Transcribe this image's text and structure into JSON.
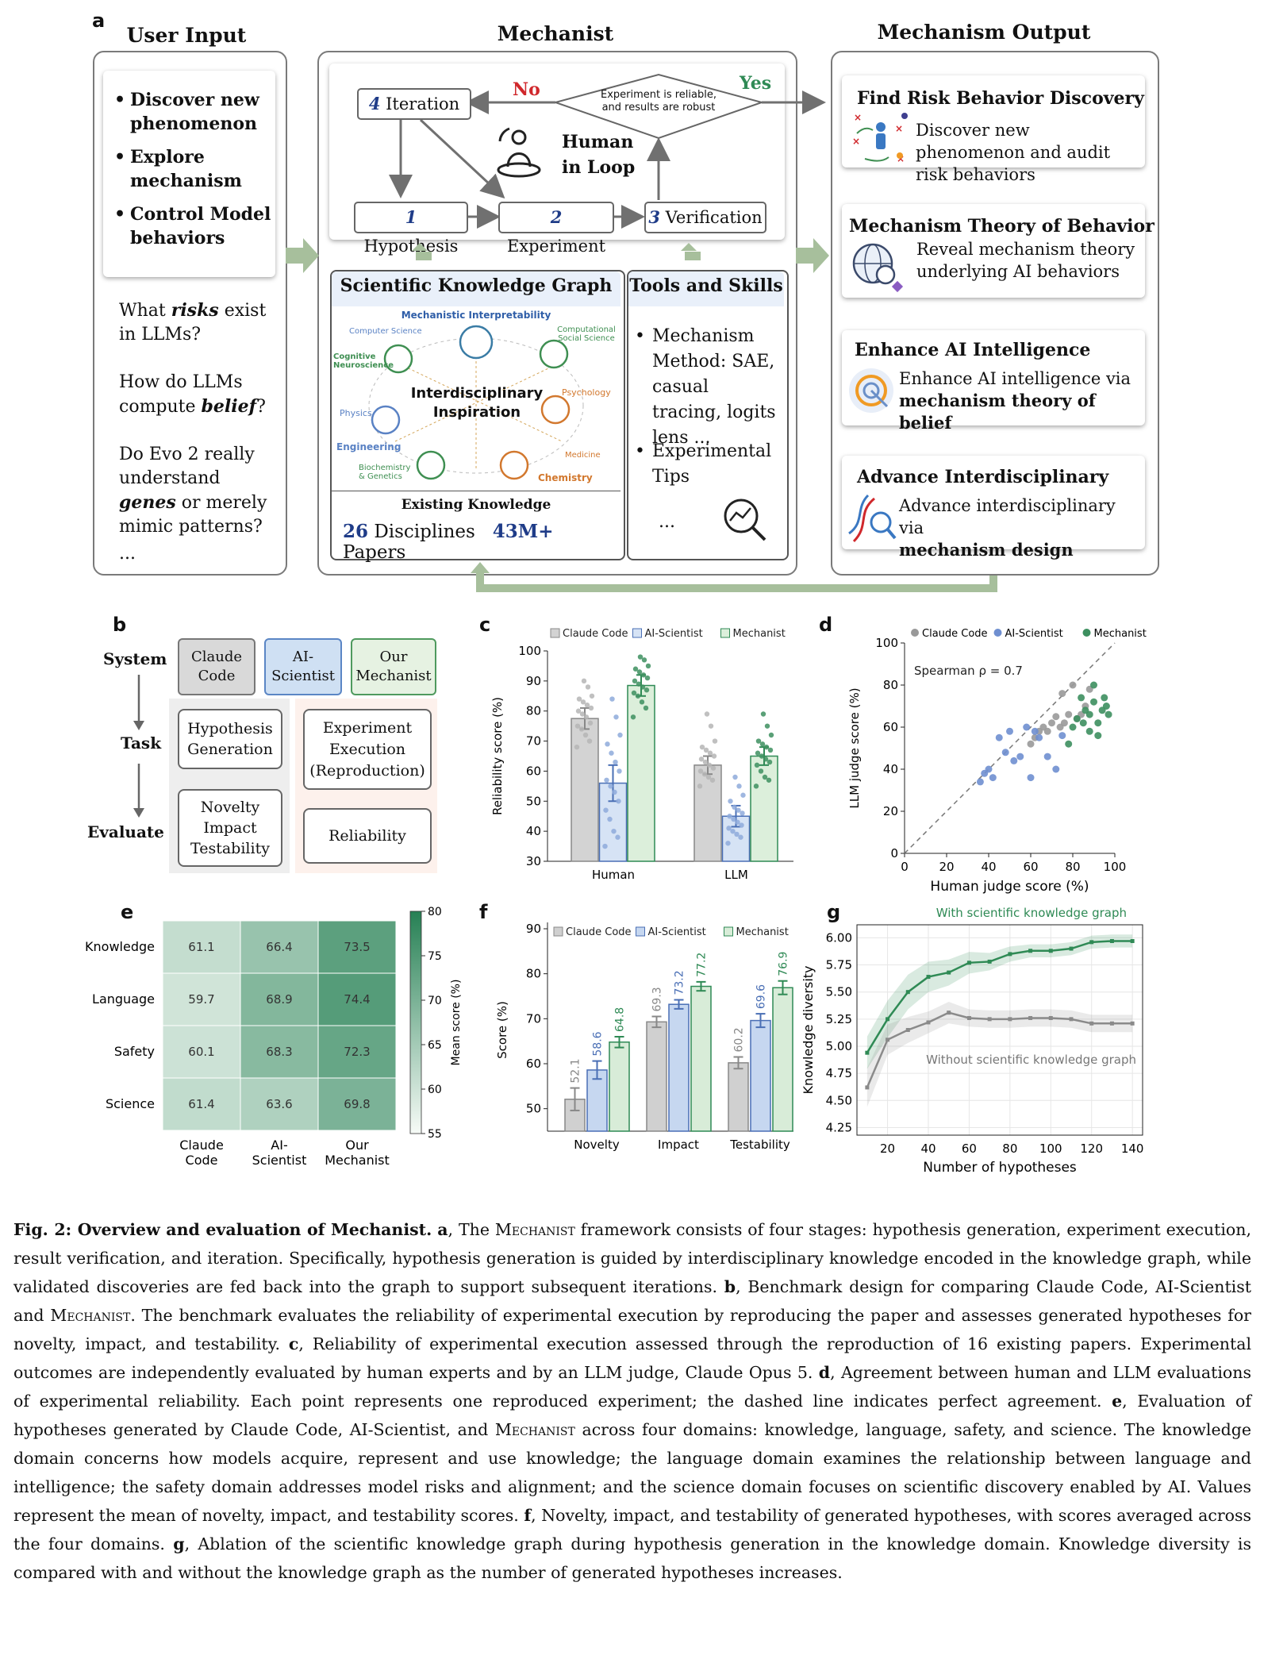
{
  "panel_a": {
    "letter": "a",
    "user_input": {
      "title": "User Input",
      "bullets": [
        "Discover new phenomenon",
        "Explore mechanism",
        "Control Model behaviors"
      ],
      "questions": [
        {
          "pre": "What ",
          "bold": "risks",
          "post": " exist in LLMs?"
        },
        {
          "pre": "How do LLMs compute ",
          "bold": "belief",
          "post": "?"
        },
        {
          "pre": "Do Evo 2 really understand ",
          "bold": "genes",
          "post": " or merely mimic patterns?"
        }
      ],
      "ellipsis": "..."
    },
    "mechanist": {
      "title": "Mechanist",
      "iteration": {
        "num": "4",
        "label": "Iteration"
      },
      "hypothesis": {
        "num": "1",
        "label": "Hypothesis"
      },
      "experiment": {
        "num": "2",
        "label": "Experiment"
      },
      "verification": {
        "num": "3",
        "label": "Verification"
      },
      "decision": "Experiment is reliable, and results are robust",
      "no": "No",
      "yes": "Yes",
      "human_loop": "Human in Loop",
      "kg": {
        "title": "Scientific Knowledge Graph",
        "top": "Mechanistic Interpretability",
        "center": "Interdisciplinary Inspiration",
        "nodes": [
          "Computer Science",
          "Computational Social Science",
          "Cognitive Neuroscience",
          "Psychology",
          "Physics",
          "Engineering",
          "Biochemistry & Genetics",
          "Medicine",
          "Chemistry"
        ],
        "existing": "Existing Knowledge",
        "disciplines_num": "26",
        "disciplines_label": "Disciplines",
        "papers_num": "43M+",
        "papers_label": "Papers"
      },
      "tools": {
        "title": "Tools and Skills",
        "items": [
          "Mechanism Method: SAE, casual tracing, logits lens ...",
          "Experimental Tips"
        ],
        "ellipsis": "..."
      }
    },
    "output": {
      "title": "Mechanism Output",
      "cards": [
        {
          "title": "Find Risk Behavior Discovery",
          "text": "Discover new phenomenon and audit risk behaviors",
          "bold": ""
        },
        {
          "title": "Mechanism Theory of Behavior",
          "text": "Reveal mechanism theory underlying AI behaviors",
          "bold": ""
        },
        {
          "title": "Enhance AI Intelligence",
          "text": "Enhance AI intelligence via",
          "bold": "mechanism theory of belief"
        },
        {
          "title": "Advance Interdisciplinary",
          "text": "Advance interdisciplinary via",
          "bold": "mechanism design"
        }
      ]
    }
  },
  "panel_b": {
    "letter": "b",
    "rows": [
      "System",
      "Task",
      "Evaluate"
    ],
    "systems": [
      "Claude Code",
      "AI-Scientist",
      "Our Mechanist"
    ],
    "tasks": [
      "Hypothesis Generation",
      "Experiment Execution (Reproduction)"
    ],
    "evals": [
      "Novelty Impact Testability",
      "Reliability"
    ],
    "colors": {
      "claude": "#d9d9d9",
      "ai": "#cfe0f3",
      "mech": "#e6f2e2",
      "left_bg": "#eeeeee",
      "right_bg": "#fdf1ec"
    }
  },
  "chart_data": [
    {
      "panel": "c",
      "type": "bar",
      "ylabel": "Reliability score (%)",
      "ylim": [
        30,
        100
      ],
      "yticks": [
        30,
        40,
        50,
        60,
        70,
        80,
        90,
        100
      ],
      "categories": [
        "Human",
        "LLM"
      ],
      "series": [
        {
          "name": "Claude Code",
          "values": [
            77.5,
            62.0
          ],
          "err": [
            3.5,
            3.0
          ],
          "color": "#b5b5b5",
          "points": [
            [
              68,
              70,
              72,
              74,
              75,
              76,
              78,
              79,
              80,
              81,
              82,
              83,
              84,
              85,
              88,
              90
            ],
            [
              55,
              57,
              58,
              59,
              60,
              61,
              62,
              63,
              64,
              65,
              66,
              67,
              68,
              70,
              75,
              79
            ]
          ]
        },
        {
          "name": "AI-Scientist",
          "values": [
            56.0,
            45.0
          ],
          "err": [
            6.0,
            3.5
          ],
          "color": "#8eaadb",
          "points": [
            [
              35,
              38,
              40,
              44,
              47,
              50,
              53,
              55,
              57,
              60,
              63,
              66,
              69,
              72,
              78,
              84
            ],
            [
              36,
              38,
              39,
              40,
              41,
              42,
              43,
              44,
              45,
              46,
              47,
              48,
              50,
              52,
              55,
              58
            ]
          ]
        },
        {
          "name": "Mechanist",
          "values": [
            88.5,
            65.0
          ],
          "err": [
            3.5,
            3.0
          ],
          "color": "#3d8f5f",
          "points": [
            [
              78,
              81,
              83,
              85,
              86,
              87,
              88,
              89,
              90,
              91,
              92,
              93,
              94,
              95,
              97,
              98
            ],
            [
              55,
              57,
              58,
              60,
              62,
              63,
              64,
              65,
              66,
              67,
              68,
              69,
              70,
              72,
              75,
              79
            ]
          ]
        }
      ]
    },
    {
      "panel": "d",
      "type": "scatter",
      "xlabel": "Human judge score (%)",
      "ylabel": "LLM judge score (%)",
      "xlim": [
        0,
        100
      ],
      "ylim": [
        0,
        100
      ],
      "xticks": [
        0,
        20,
        40,
        60,
        80,
        100
      ],
      "yticks": [
        0,
        20,
        40,
        60,
        80,
        100
      ],
      "annotation": "Spearman ρ = 0.7",
      "series": [
        {
          "name": "Claude Code",
          "color": "#999999",
          "x": [
            60,
            62,
            64,
            66,
            68,
            70,
            72,
            74,
            75,
            76,
            78,
            80,
            82,
            84,
            86,
            88
          ],
          "y": [
            52,
            55,
            58,
            60,
            58,
            62,
            65,
            60,
            76,
            62,
            66,
            80,
            64,
            66,
            70,
            78
          ]
        },
        {
          "name": "AI-Scientist",
          "color": "#6f8fd0",
          "x": [
            36,
            38,
            40,
            42,
            45,
            48,
            50,
            52,
            55,
            58,
            60,
            62,
            64,
            68,
            72,
            75
          ],
          "y": [
            34,
            38,
            40,
            36,
            55,
            48,
            58,
            44,
            46,
            60,
            36,
            58,
            55,
            46,
            40,
            56
          ]
        },
        {
          "name": "Mechanist",
          "color": "#3d8f5f",
          "x": [
            78,
            80,
            82,
            84,
            85,
            86,
            88,
            88,
            90,
            90,
            92,
            92,
            94,
            95,
            96,
            97
          ],
          "y": [
            52,
            60,
            64,
            74,
            62,
            68,
            58,
            66,
            72,
            80,
            62,
            56,
            68,
            74,
            70,
            66
          ]
        }
      ]
    },
    {
      "panel": "e",
      "type": "heatmap",
      "rows": [
        "Knowledge",
        "Language",
        "Safety",
        "Science"
      ],
      "columns": [
        "Claude Code",
        "AI-Scientist",
        "Our Mechanist"
      ],
      "values": [
        [
          61.1,
          66.4,
          73.5
        ],
        [
          59.7,
          68.9,
          74.4
        ],
        [
          60.1,
          68.3,
          72.3
        ],
        [
          61.4,
          63.6,
          69.8
        ]
      ],
      "colorbar_label": "Mean score (%)",
      "colorbar_range": [
        55,
        80
      ],
      "colorbar_ticks": [
        55,
        60,
        65,
        70,
        75,
        80
      ]
    },
    {
      "panel": "f",
      "type": "bar",
      "ylabel": "Score (%)",
      "ylim": [
        45,
        90
      ],
      "yticks": [
        50,
        60,
        70,
        80,
        90
      ],
      "categories": [
        "Novelty",
        "Impact",
        "Testability"
      ],
      "series": [
        {
          "name": "Claude Code",
          "values": [
            52.1,
            69.3,
            60.2
          ],
          "labels": [
            "52.1",
            "69.3",
            "60.2"
          ],
          "err": [
            2.5,
            1.2,
            1.3
          ],
          "color": "#d0d0d0",
          "edge": "#888888"
        },
        {
          "name": "AI-Scientist",
          "values": [
            58.6,
            73.2,
            69.6
          ],
          "labels": [
            "58.6",
            "73.2",
            "69.6"
          ],
          "err": [
            2.0,
            1.0,
            1.5
          ],
          "color": "#c6d7f0",
          "edge": "#4a6fb5"
        },
        {
          "name": "Mechanist",
          "values": [
            64.8,
            77.2,
            76.9
          ],
          "labels": [
            "64.8",
            "77.2",
            "76.9"
          ],
          "err": [
            1.2,
            1.0,
            1.5
          ],
          "color": "#d8ecd8",
          "edge": "#2f8a55"
        }
      ]
    },
    {
      "panel": "g",
      "type": "line",
      "xlabel": "Number of hypotheses",
      "ylabel": "Knowledge diversity",
      "xlim": [
        5,
        145
      ],
      "ylim": [
        4.18,
        6.12
      ],
      "xticks": [
        20,
        40,
        60,
        80,
        100,
        120,
        140
      ],
      "yticks": [
        4.25,
        4.5,
        4.75,
        5.0,
        5.25,
        5.5,
        5.75,
        6.0
      ],
      "series": [
        {
          "name": "With scientific knowledge graph",
          "color": "#2f8a55",
          "x": [
            10,
            20,
            30,
            40,
            50,
            60,
            70,
            80,
            90,
            100,
            110,
            120,
            130,
            140
          ],
          "y": [
            4.94,
            5.25,
            5.5,
            5.64,
            5.68,
            5.77,
            5.78,
            5.85,
            5.88,
            5.88,
            5.9,
            5.96,
            5.97,
            5.97
          ],
          "band": [
            0.15,
            0.17,
            0.16,
            0.14,
            0.12,
            0.1,
            0.08,
            0.07,
            0.06,
            0.06,
            0.06,
            0.06,
            0.06,
            0.06
          ]
        },
        {
          "name": "Without scientific knowledge graph",
          "color": "#8a8a8a",
          "x": [
            10,
            20,
            30,
            40,
            50,
            60,
            70,
            80,
            90,
            100,
            110,
            120,
            130,
            140
          ],
          "y": [
            4.62,
            5.06,
            5.15,
            5.22,
            5.31,
            5.26,
            5.25,
            5.25,
            5.26,
            5.26,
            5.25,
            5.21,
            5.21,
            5.21
          ],
          "band": [
            0.18,
            0.14,
            0.12,
            0.1,
            0.1,
            0.08,
            0.08,
            0.08,
            0.08,
            0.08,
            0.08,
            0.08,
            0.08,
            0.08
          ]
        }
      ]
    }
  ],
  "panel_letters": {
    "c": "c",
    "d": "d",
    "e": "e",
    "f": "f",
    "g": "g"
  },
  "caption": {
    "label": "Fig. 2: Overview and evaluation of Mechanist.",
    "parts": [
      {
        "b": "a",
        "t": ", The Mechanist framework consists of four stages: hypothesis generation, experiment execution, result verification, and iteration. Specifically, hypothesis generation is guided by interdisciplinary knowledge encoded in the knowledge graph, while validated discoveries are fed back into the graph to support subsequent iterations. "
      },
      {
        "b": "b",
        "t": ", Benchmark design for comparing Claude Code, AI-Scientist and Mechanist.  The benchmark evaluates the reliability of experimental execution by reproducing the paper and assesses generated hypotheses for novelty, impact, and testability. "
      },
      {
        "b": "c",
        "t": ", Reliability of experimental execution assessed through the reproduction of 16 existing papers.  Experimental outcomes are independently evaluated by human experts and by an LLM judge, Claude Opus 5. "
      },
      {
        "b": "d",
        "t": ", Agreement between human and LLM evaluations of experimental reliability.  Each point represents one reproduced experiment; the dashed line indicates perfect agreement. "
      },
      {
        "b": "e",
        "t": ", Evaluation of hypotheses generated by Claude Code, AI-Scientist, and Mechanist across four domains: knowledge, language, safety, and science. The knowledge domain concerns how models acquire, represent and use knowledge; the language domain examines the relationship between language and intelligence; the safety domain addresses model risks and alignment; and the science domain focuses on scientific discovery enabled by AI. Values represent the mean of novelty, impact, and testability scores. "
      },
      {
        "b": "f",
        "t": ", Novelty, impact, and testability of generated hypotheses, with scores averaged across the four domains. "
      },
      {
        "b": "g",
        "t": ", Ablation of the scientific knowledge graph during hypothesis generation in the knowledge domain. Knowledge diversity is compared with and without the knowledge graph as the number of generated hypotheses increases."
      }
    ]
  }
}
